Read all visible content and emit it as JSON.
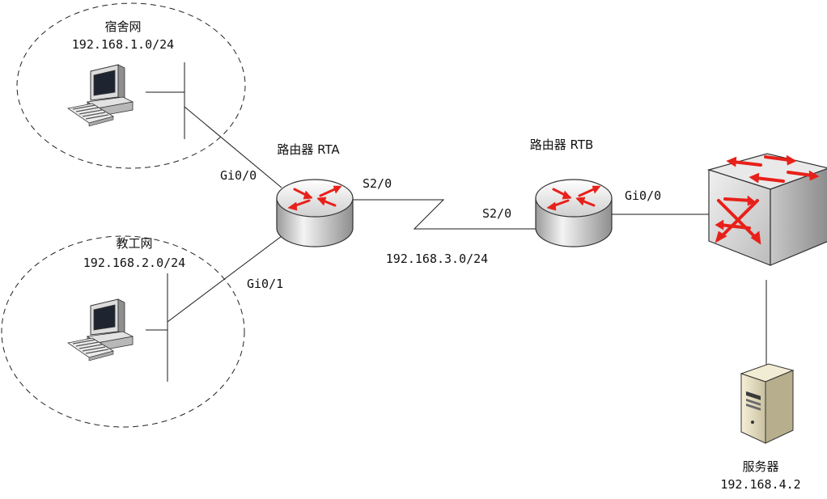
{
  "colors": {
    "arrow_red": "#e8201a",
    "line": "#1a1a1a",
    "router_body": "#d8d8d8"
  },
  "networks": {
    "dorm": {
      "name": "宿舍网",
      "subnet": "192.168.1.0/24"
    },
    "staff": {
      "name": "教工网",
      "subnet": "192.168.2.0/24"
    }
  },
  "routers": {
    "rta": {
      "name": "路由器 RTA",
      "if_g00": "Gi0/0",
      "if_g01": "Gi0/1",
      "if_s20": "S2/0"
    },
    "rtb": {
      "name": "路由器 RTB",
      "if_s20": "S2/0",
      "if_g00": "Gi0/0"
    }
  },
  "wan": {
    "subnet": "192.168.3.0/24"
  },
  "server": {
    "name": "服务器",
    "ip": "192.168.4.2"
  },
  "icons": [
    "pc-icon",
    "router-icon",
    "switch-icon",
    "server-icon"
  ]
}
